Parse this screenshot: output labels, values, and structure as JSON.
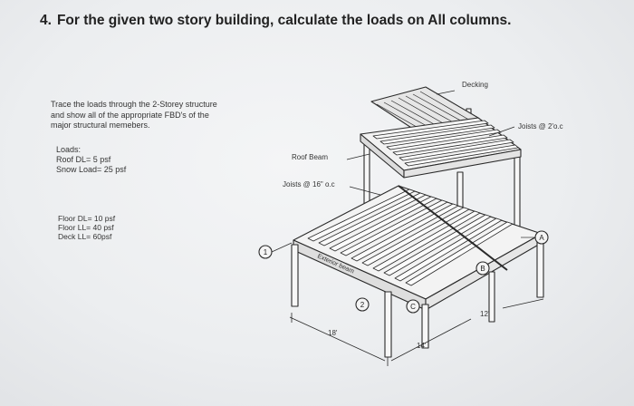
{
  "question": {
    "number": "4.",
    "text": "For the given two story building, calculate the loads on All columns."
  },
  "instructions": {
    "line1": "Trace the loads through  the 2-Storey structure",
    "line2": "and show all of the appropriate FBD's of the",
    "line3": "major structural memebers."
  },
  "loads": {
    "title": "Loads:",
    "roof_dl": "Roof DL= 5 psf",
    "snow_load": "Snow Load= 25 psf",
    "floor_dl": "Floor DL= 10 psf",
    "floor_ll": "Floor LL= 40 psf",
    "deck_ll": "Deck LL= 60psf"
  },
  "drawing": {
    "decking": "Decking",
    "joists_top": "Joists @ 2'o.c",
    "roof_beam": "Roof Beam",
    "joists_mid": "Joists @ 16\" o.c",
    "exterior_beam": "Exterior beam",
    "grid_1": "1",
    "grid_2": "2",
    "grid_a": "A",
    "grid_b": "B",
    "grid_c": "C",
    "dim_18": "18'",
    "dim_14": "14'",
    "dim_12": "12'"
  }
}
